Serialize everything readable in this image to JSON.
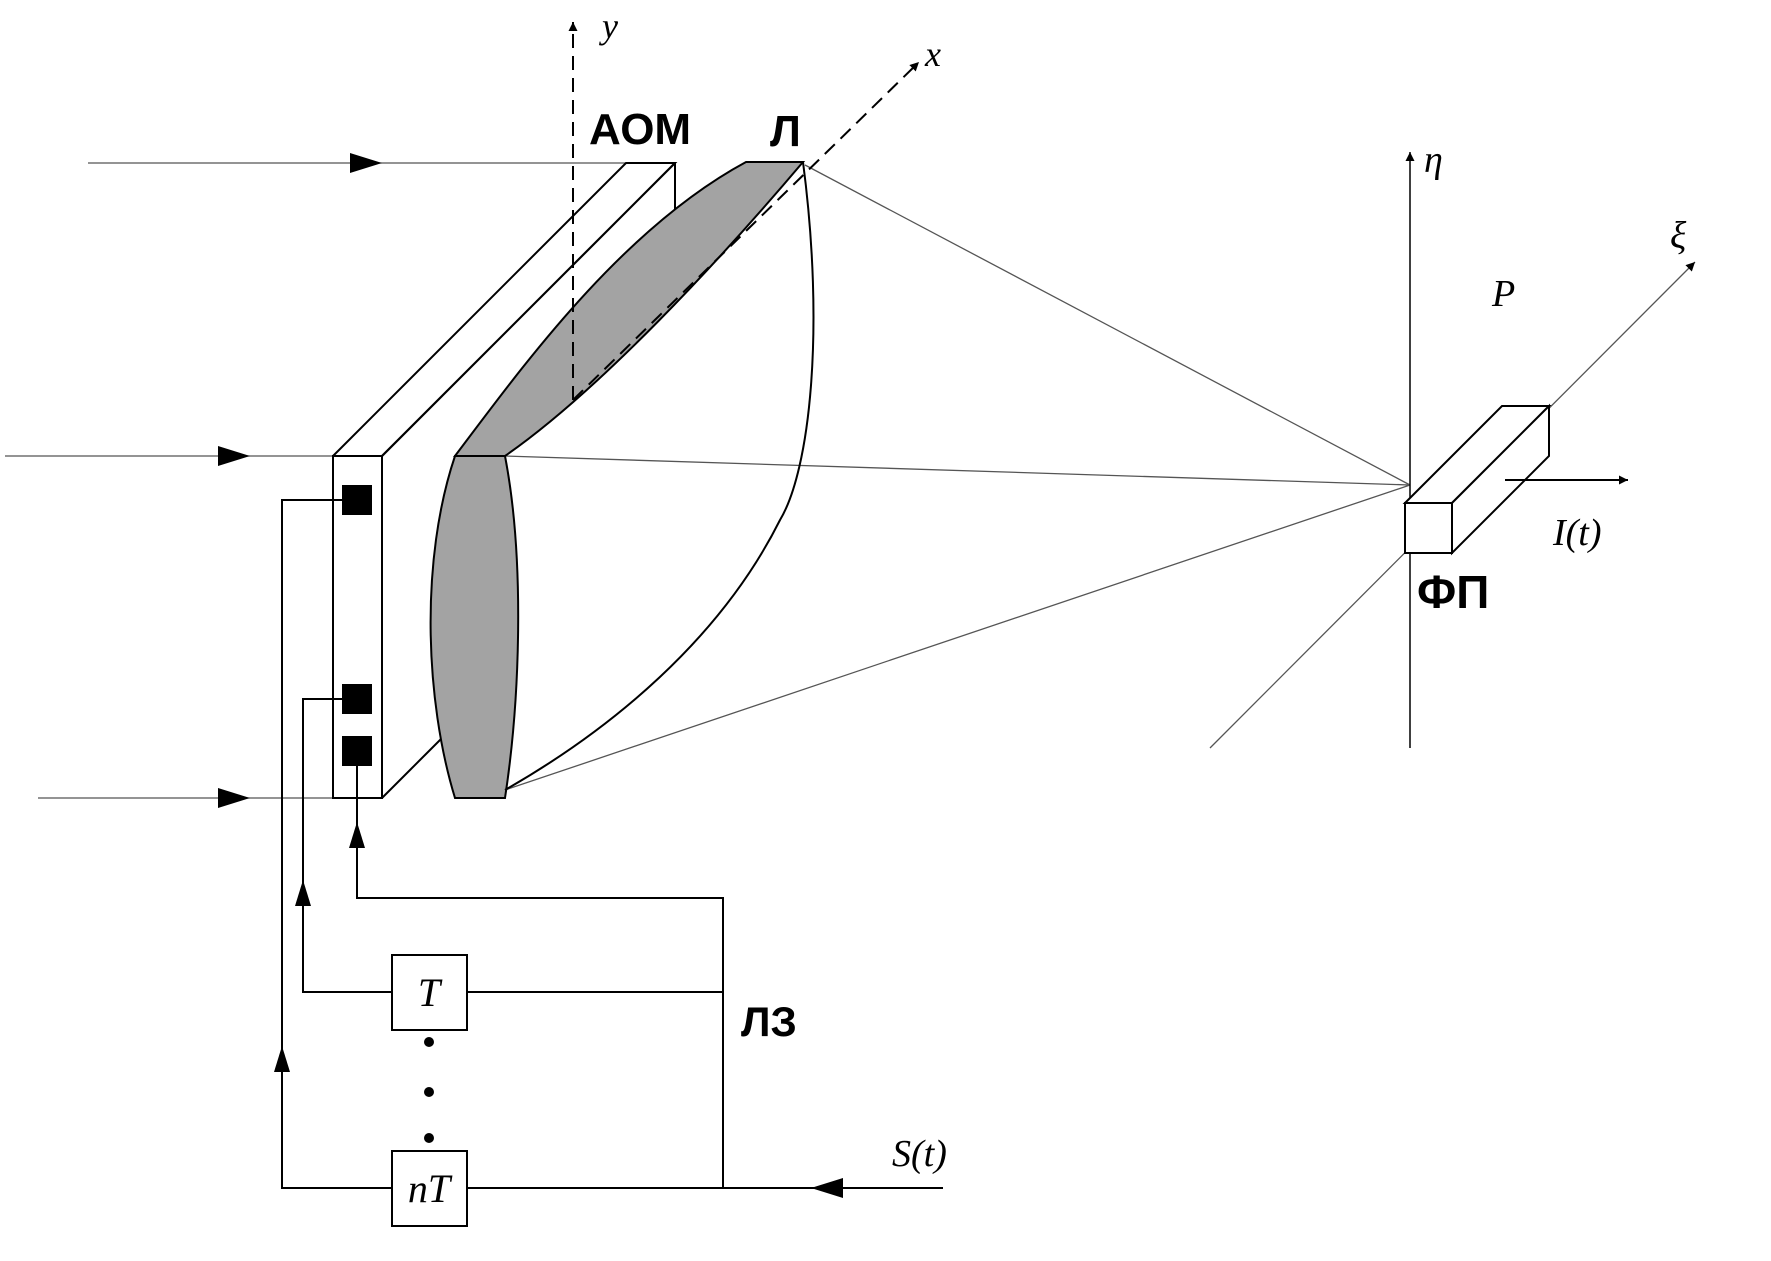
{
  "axes": {
    "y": "y",
    "x": "x",
    "eta": "η",
    "xi": "ξ"
  },
  "components": {
    "aom": "АОМ",
    "lens": "Л",
    "photodetector": "ФП",
    "delay_line": "ЛЗ",
    "plane": "P"
  },
  "delays": {
    "first": "T",
    "last": "nT"
  },
  "signals": {
    "input": "S(t)",
    "output": "I(t)"
  },
  "colors": {
    "lens_fill": "#a3a3a3",
    "line": "#000000",
    "ray": "#555555"
  }
}
